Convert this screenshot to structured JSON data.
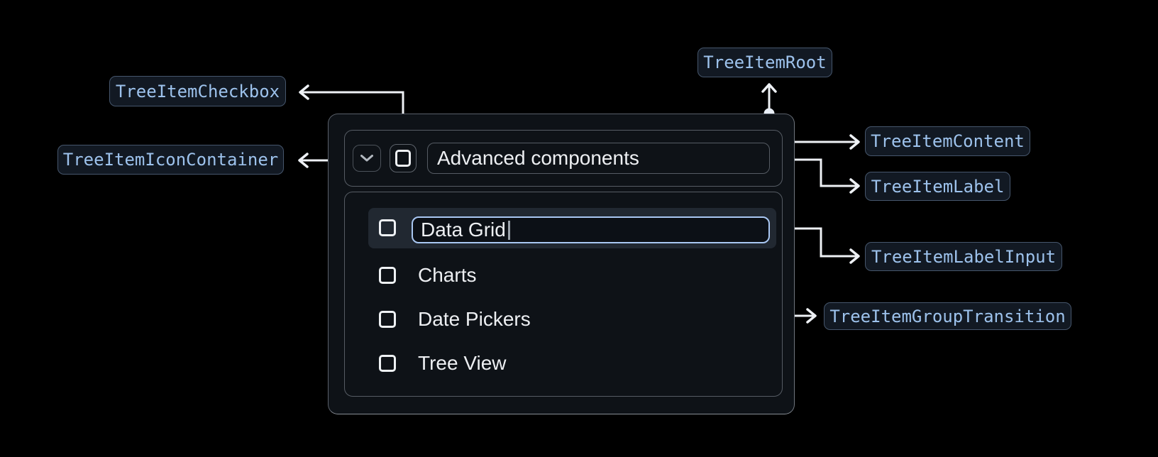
{
  "diagram": {
    "badges": {
      "root": "TreeItemRoot",
      "checkbox": "TreeItemCheckbox",
      "icon_container": "TreeItemIconContainer",
      "content": "TreeItemContent",
      "label": "TreeItemLabel",
      "label_input": "TreeItemLabelInput",
      "group_transition": "TreeItemGroupTransition"
    }
  },
  "tree": {
    "parent": {
      "label": "Advanced components",
      "checkbox_state": "unchecked",
      "expanded": true
    },
    "items": [
      {
        "label": "Data Grid",
        "state": "editing",
        "checkbox_state": "unchecked"
      },
      {
        "label": "Charts",
        "checkbox_state": "unchecked"
      },
      {
        "label": "Date Pickers",
        "checkbox_state": "unchecked"
      },
      {
        "label": "Tree View",
        "checkbox_state": "unchecked"
      }
    ]
  },
  "icons": {
    "expand": "chevron-down-icon",
    "checkbox": "square-checkbox-outline"
  },
  "colors": {
    "background": "#000000",
    "panel_bg": "#0e1217",
    "row_highlight_bg": "#212831",
    "badge_bg": "#121923",
    "badge_border": "#46566c",
    "badge_text": "#9dc2ec",
    "input_focus_border": "#a9c7f2",
    "connector": "#eef1f5",
    "text_primary": "#edeff2"
  }
}
